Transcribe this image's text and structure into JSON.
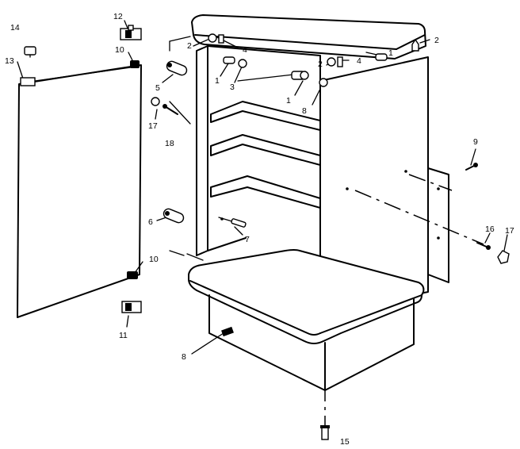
{
  "callouts": [
    {
      "id": "c14",
      "text": "14"
    },
    {
      "id": "c12",
      "text": "12"
    },
    {
      "id": "c13",
      "text": "13"
    },
    {
      "id": "c10a",
      "text": "10"
    },
    {
      "id": "c5",
      "text": "5"
    },
    {
      "id": "c1a",
      "text": "1"
    },
    {
      "id": "c3",
      "text": "3"
    },
    {
      "id": "c17a",
      "text": "17"
    },
    {
      "id": "c18",
      "text": "18"
    },
    {
      "id": "c2a",
      "text": "2"
    },
    {
      "id": "c4a",
      "text": "4"
    },
    {
      "id": "c2b",
      "text": "2"
    },
    {
      "id": "c4b",
      "text": "4"
    },
    {
      "id": "c1b",
      "text": "1"
    },
    {
      "id": "c2c",
      "text": "2"
    },
    {
      "id": "c1c",
      "text": "1"
    },
    {
      "id": "c8a",
      "text": "8"
    },
    {
      "id": "c9",
      "text": "9"
    },
    {
      "id": "c6",
      "text": "6"
    },
    {
      "id": "c7",
      "text": "7"
    },
    {
      "id": "c16",
      "text": "16"
    },
    {
      "id": "c17b",
      "text": "17"
    },
    {
      "id": "c10b",
      "text": "10"
    },
    {
      "id": "c11",
      "text": "11"
    },
    {
      "id": "c8b",
      "text": "8"
    },
    {
      "id": "c15",
      "text": "15"
    }
  ]
}
